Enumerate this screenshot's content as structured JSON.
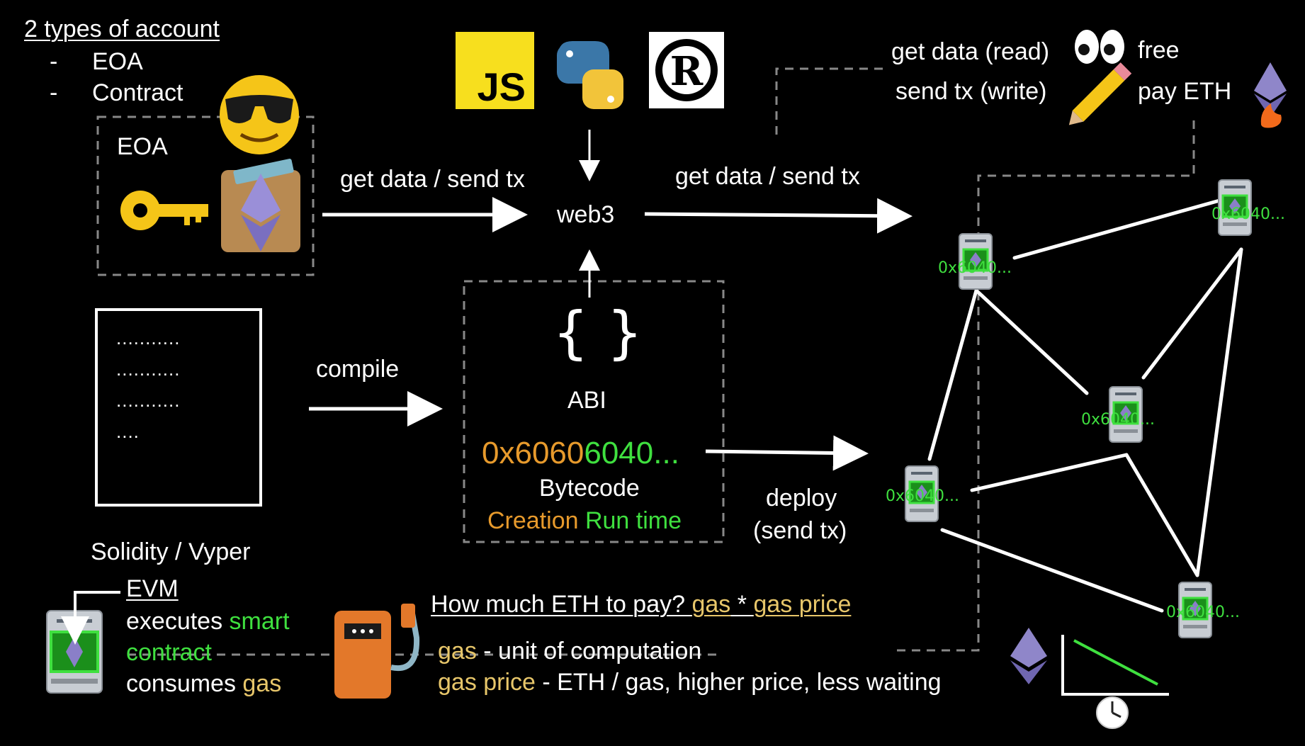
{
  "accounts": {
    "title": "2 types of account",
    "items": [
      "EOA",
      "Contract"
    ]
  },
  "eoa": {
    "label": "EOA"
  },
  "languages": [
    "JS",
    "Python",
    "Rust"
  ],
  "web3": {
    "label": "web3"
  },
  "arrows": {
    "left_label": "get data / send tx",
    "right_label": "get data / send tx",
    "compile": "compile",
    "deploy_line1": "deploy",
    "deploy_line2": "(send tx)"
  },
  "read_write": {
    "read_label": "get data (read)",
    "read_cost": "free",
    "write_label": "send tx (write)",
    "write_cost": "pay ETH"
  },
  "source": {
    "dots": [
      "...........",
      "...........",
      "...........",
      "...."
    ],
    "caption": "Solidity / Vyper"
  },
  "compiled": {
    "abi_symbol": "{ }",
    "abi_label": "ABI",
    "bytecode_prefix": "0x6060",
    "bytecode_suffix": "6040...",
    "bytecode_label": "Bytecode",
    "creation": "Creation",
    "runtime": "Run time"
  },
  "network": {
    "node_label": "0x6040...",
    "nodes": [
      "node-1",
      "node-2",
      "node-3",
      "node-4",
      "node-5"
    ]
  },
  "evm": {
    "title": "EVM",
    "line1_a": "executes ",
    "line1_b": "smart",
    "line2": "contract",
    "line3_a": "consumes ",
    "line3_b": "gas"
  },
  "gas": {
    "question_prefix": "How much ETH to pay? ",
    "question_gas": "gas",
    "question_mid": " * ",
    "question_price": "gas price",
    "gas_term": "gas",
    "gas_desc": " - unit of computation",
    "price_term": "gas price",
    "price_desc": " - ETH / gas, higher price, less waiting"
  },
  "colors": {
    "background": "#000000",
    "green": "#3fe03f",
    "yellow": "#e7c66a",
    "orange": "#e79a2c",
    "js_yellow": "#f7df1e"
  },
  "icons": [
    "sunglasses-emoji-icon",
    "key-icon",
    "wallet-eth-icon",
    "js-logo-icon",
    "python-logo-icon",
    "rust-logo-icon",
    "eyes-icon",
    "pencil-icon",
    "eth-fire-icon",
    "server-node-icon",
    "fuel-pump-icon",
    "eth-diamond-icon",
    "clock-icon"
  ]
}
